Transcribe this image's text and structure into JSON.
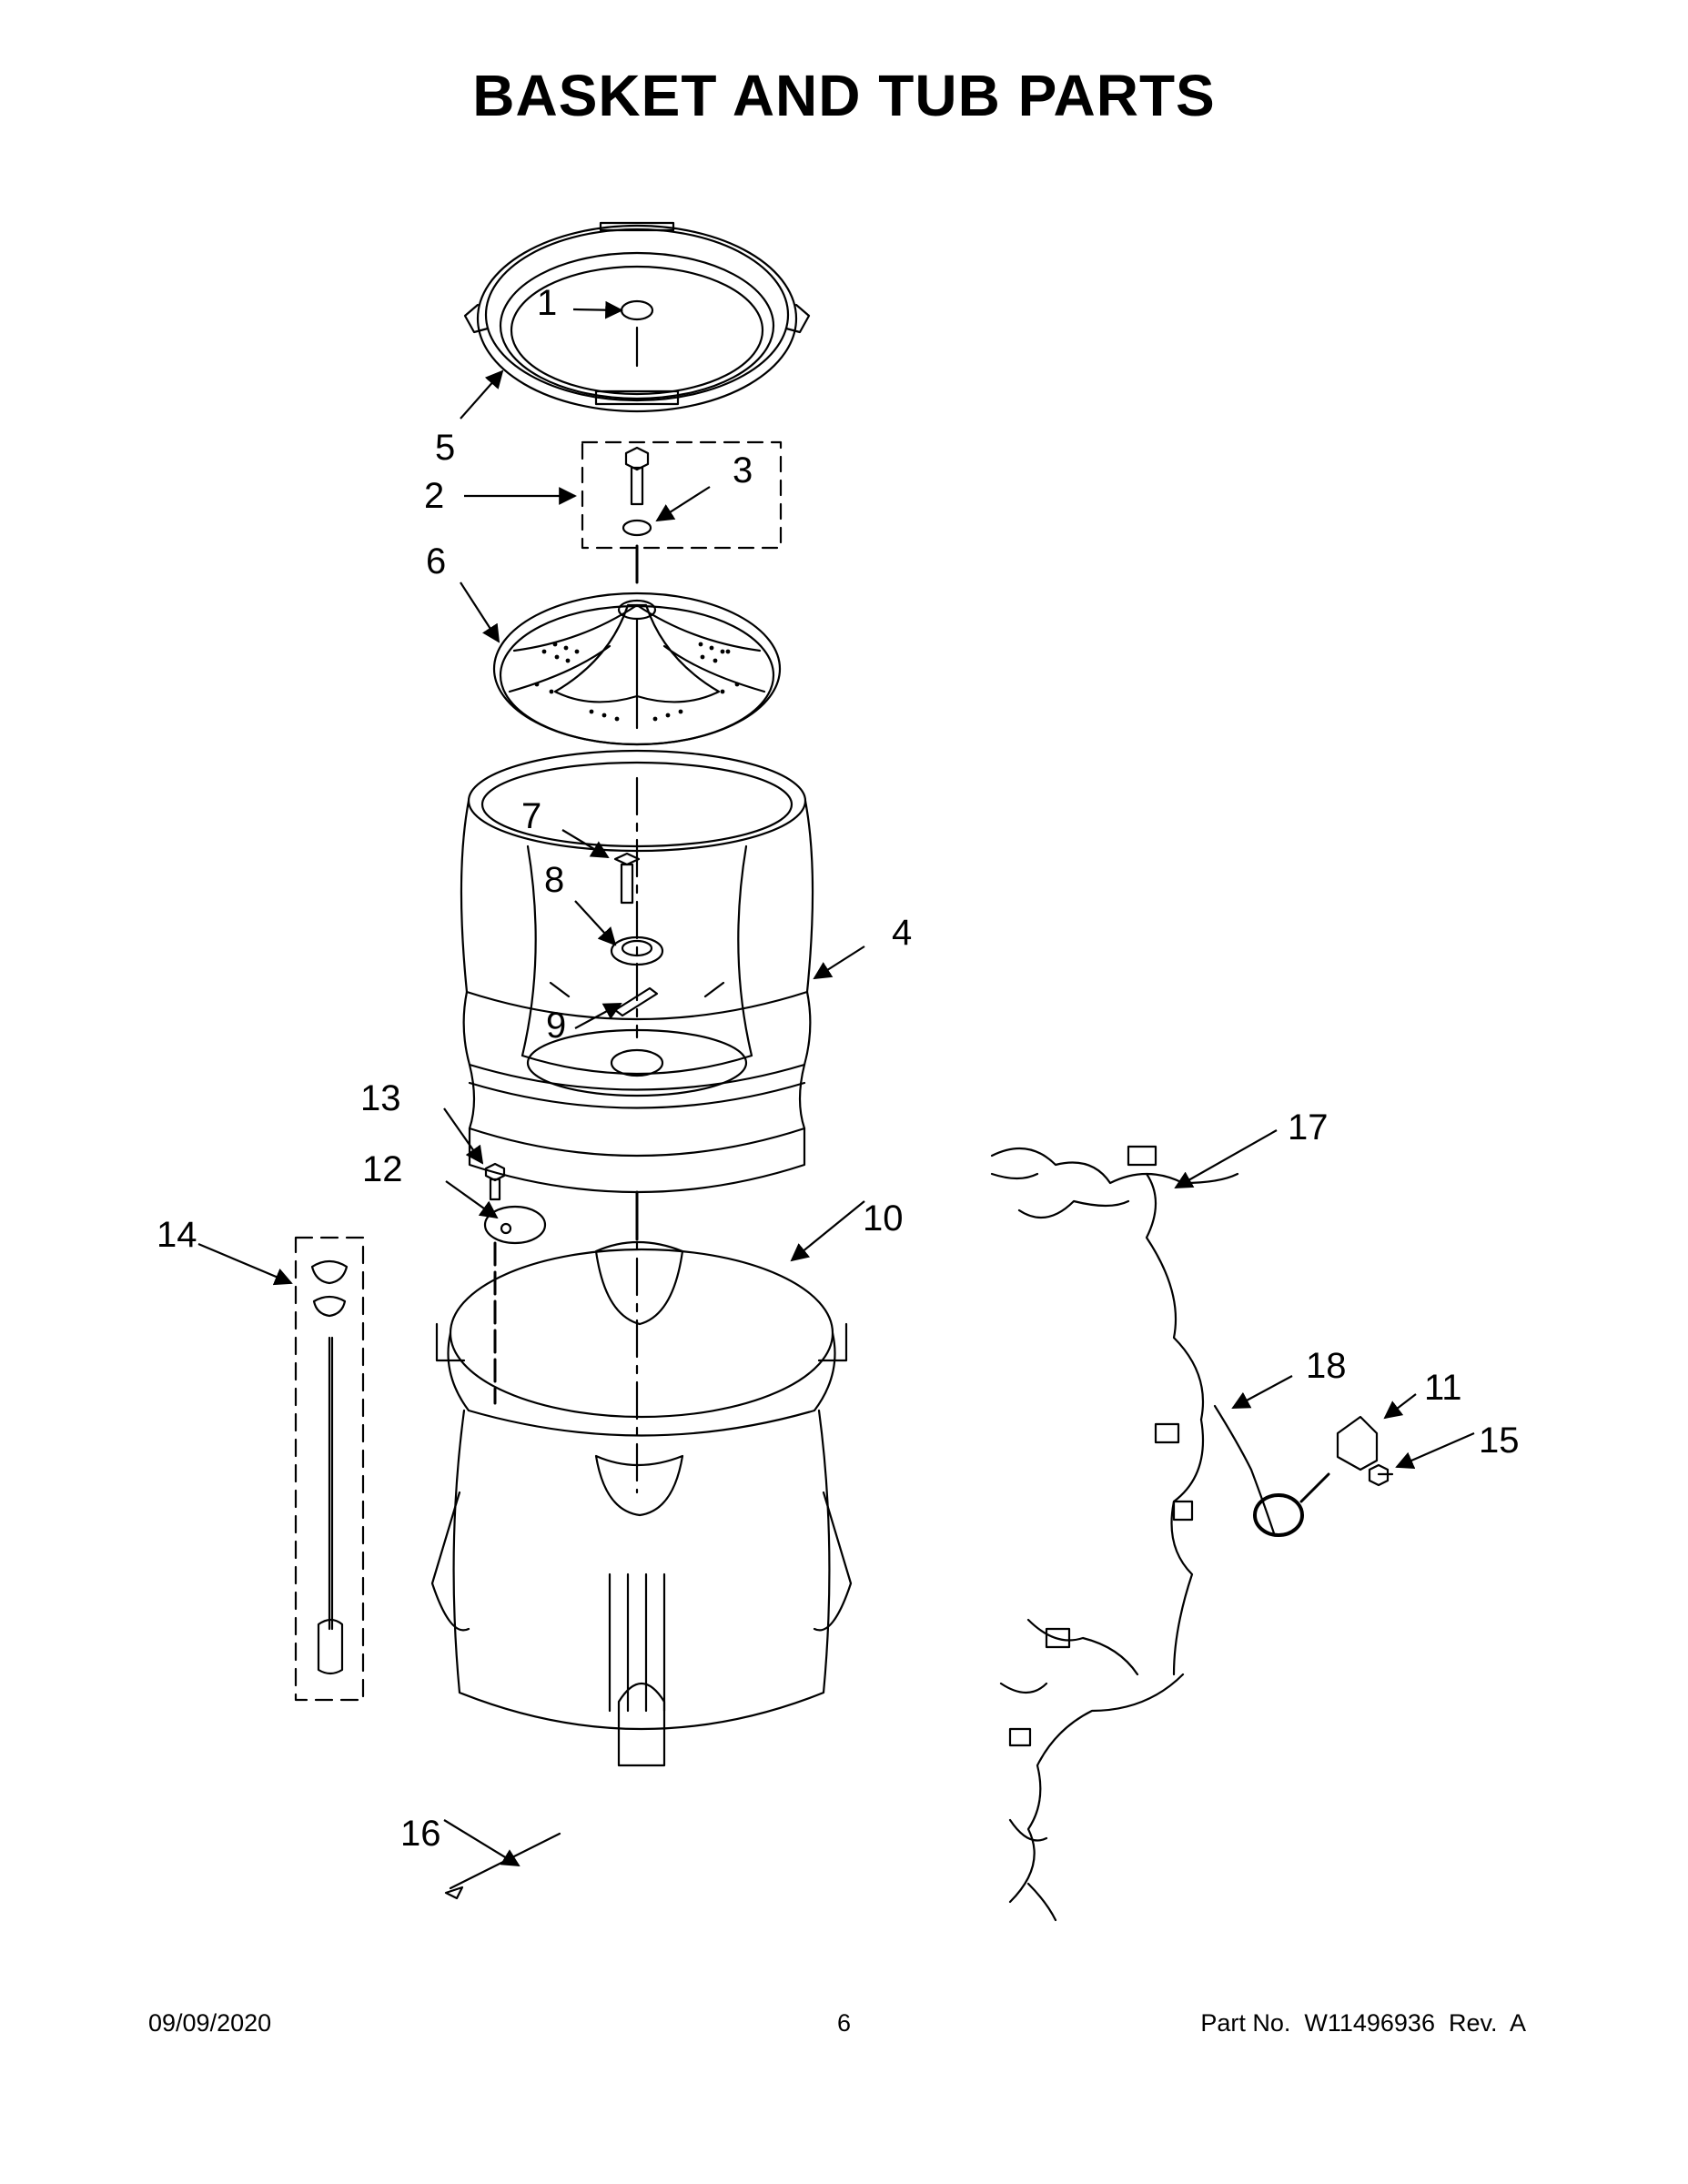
{
  "title": "BASKET AND TUB PARTS",
  "callouts": [
    "1",
    "2",
    "3",
    "4",
    "5",
    "6",
    "7",
    "8",
    "9",
    "10",
    "11",
    "12",
    "13",
    "14",
    "15",
    "16",
    "17",
    "18"
  ],
  "footer": {
    "date": "09/09/2020",
    "page": "6",
    "part_number": "Part No.  W11496936  Rev.  A"
  }
}
